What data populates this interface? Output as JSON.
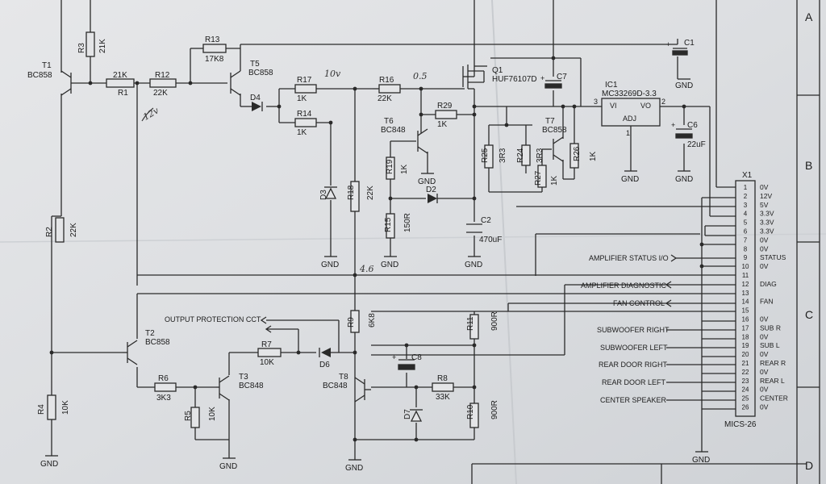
{
  "zones": [
    "A",
    "B",
    "C",
    "D"
  ],
  "transistors": [
    {
      "ref": "T1",
      "part": "BC858"
    },
    {
      "ref": "T5",
      "part": "BC858"
    },
    {
      "ref": "T6",
      "part": "BC848"
    },
    {
      "ref": "T7",
      "part": "BC858"
    },
    {
      "ref": "T2",
      "part": "BC858"
    },
    {
      "ref": "T3",
      "part": "BC848"
    },
    {
      "ref": "T8",
      "part": "BC848"
    },
    {
      "ref": "Q1",
      "part": "HUF76107D"
    }
  ],
  "resistors": [
    {
      "ref": "R3",
      "value": "21K"
    },
    {
      "ref": "R1",
      "value": "21K"
    },
    {
      "ref": "R12",
      "value": "22K"
    },
    {
      "ref": "R13",
      "value": "17K8"
    },
    {
      "ref": "R17",
      "value": "1K"
    },
    {
      "ref": "R14",
      "value": "1K"
    },
    {
      "ref": "R16",
      "value": "22K"
    },
    {
      "ref": "R29",
      "value": "1K"
    },
    {
      "ref": "R19",
      "value": "1K"
    },
    {
      "ref": "R15",
      "value": "150R"
    },
    {
      "ref": "R18",
      "value": "22K"
    },
    {
      "ref": "R25",
      "value": "3R3"
    },
    {
      "ref": "R24",
      "value": "3R3"
    },
    {
      "ref": "R27",
      "value": "1K"
    },
    {
      "ref": "R26",
      "value": "1K"
    },
    {
      "ref": "R2",
      "value": "22K"
    },
    {
      "ref": "R4",
      "value": "10K"
    },
    {
      "ref": "R6",
      "value": "3K3"
    },
    {
      "ref": "R5",
      "value": "10K"
    },
    {
      "ref": "R7",
      "value": "10K"
    },
    {
      "ref": "R9",
      "value": "6K8"
    },
    {
      "ref": "R11",
      "value": "900R"
    },
    {
      "ref": "R8",
      "value": "33K"
    },
    {
      "ref": "R10",
      "value": "900R"
    }
  ],
  "capacitors": [
    {
      "ref": "C1",
      "value": ""
    },
    {
      "ref": "C7",
      "value": ""
    },
    {
      "ref": "C6",
      "value": "22uF"
    },
    {
      "ref": "C2",
      "value": "470uF"
    },
    {
      "ref": "C8",
      "value": ""
    }
  ],
  "diodes": [
    "D4",
    "D3",
    "D2",
    "D6",
    "D7"
  ],
  "ic": {
    "ref": "IC1",
    "part": "MC33269D-3.3",
    "vi": "VI",
    "vo": "VO",
    "adj": "ADJ",
    "pin3": "3",
    "pin2": "2",
    "pin1": "1"
  },
  "gnd_label": "GND",
  "output_protection": "OUTPUT PROTECTION CCT",
  "handwritten": [
    "10v",
    "0.5",
    "12v",
    "4.6"
  ],
  "connector": {
    "ref": "X1",
    "name": "MICS-26",
    "pins": [
      {
        "n": "1",
        "label": "0V"
      },
      {
        "n": "2",
        "label": "12V"
      },
      {
        "n": "3",
        "label": "5V"
      },
      {
        "n": "4",
        "label": "3.3V"
      },
      {
        "n": "5",
        "label": "3.3V"
      },
      {
        "n": "6",
        "label": "3.3V"
      },
      {
        "n": "7",
        "label": "0V"
      },
      {
        "n": "8",
        "label": "0V"
      },
      {
        "n": "9",
        "label": "STATUS"
      },
      {
        "n": "10",
        "label": "0V"
      },
      {
        "n": "11",
        "label": ""
      },
      {
        "n": "12",
        "label": "DIAG"
      },
      {
        "n": "13",
        "label": ""
      },
      {
        "n": "14",
        "label": "FAN"
      },
      {
        "n": "15",
        "label": ""
      },
      {
        "n": "16",
        "label": "0V"
      },
      {
        "n": "17",
        "label": "SUB R"
      },
      {
        "n": "18",
        "label": "0V"
      },
      {
        "n": "19",
        "label": "SUB L"
      },
      {
        "n": "20",
        "label": "0V"
      },
      {
        "n": "21",
        "label": "REAR R"
      },
      {
        "n": "22",
        "label": "0V"
      },
      {
        "n": "23",
        "label": "REAR L"
      },
      {
        "n": "24",
        "label": "0V"
      },
      {
        "n": "25",
        "label": "CENTER"
      },
      {
        "n": "26",
        "label": "0V"
      }
    ]
  },
  "signals": [
    {
      "pin": "9",
      "label": "AMPLIFIER STATUS I/O"
    },
    {
      "pin": "12",
      "label": "AMPLIFIER DIAGNOSTIC"
    },
    {
      "pin": "14",
      "label": "FAN CONTROL"
    },
    {
      "pin": "17",
      "label": "SUBWOOFER RIGHT"
    },
    {
      "pin": "19",
      "label": "SUBWOOFER LEFT"
    },
    {
      "pin": "21",
      "label": "REAR DOOR RIGHT"
    },
    {
      "pin": "23",
      "label": "REAR DOOR LEFT"
    },
    {
      "pin": "25",
      "label": "CENTER SPEAKER"
    }
  ]
}
